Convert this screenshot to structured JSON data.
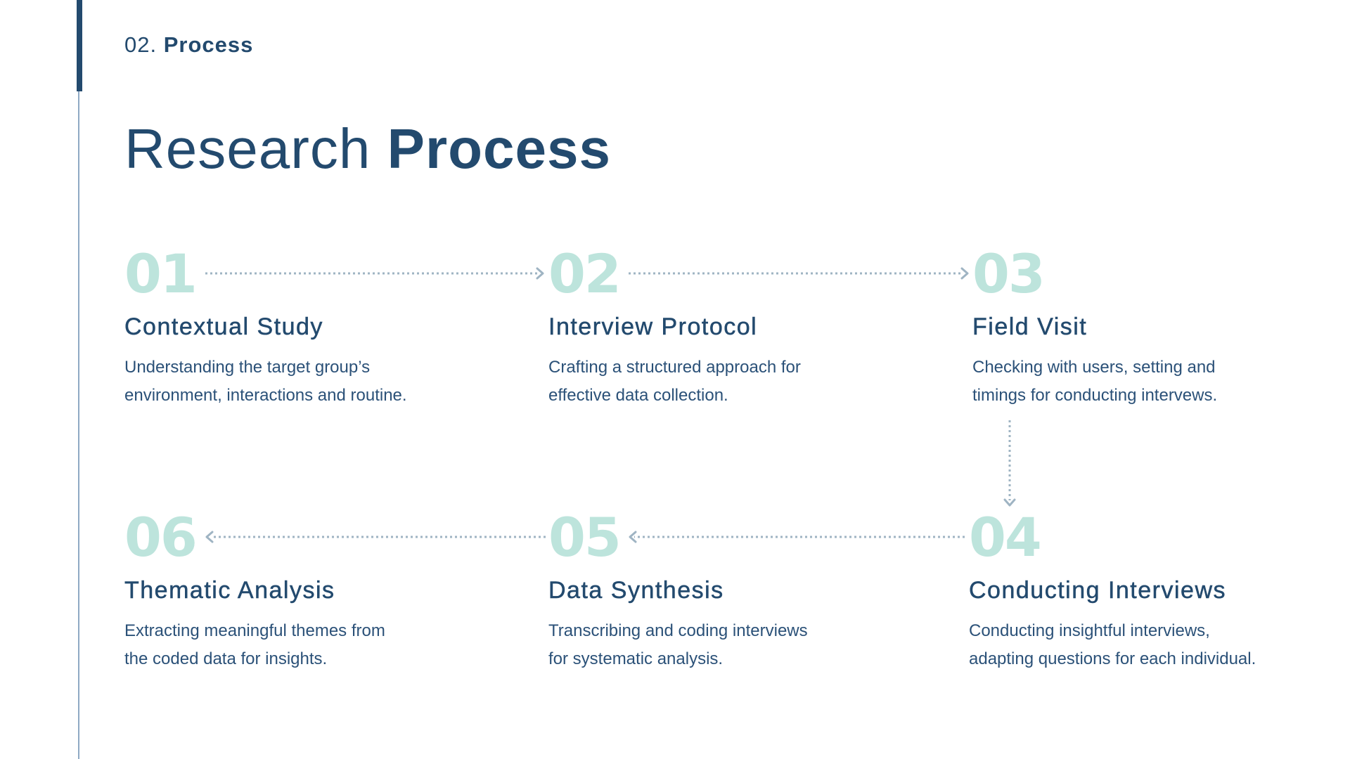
{
  "header": {
    "section_number": "02.",
    "section_name": "Process"
  },
  "title": {
    "light": "Research",
    "bold": "Process"
  },
  "colors": {
    "primary": "#234a6e",
    "number_accent": "#bde4dc",
    "connector": "#9fb4c3",
    "rule": "#8fa9c4"
  },
  "steps": [
    {
      "number": "01",
      "title": "Contextual Study",
      "desc_line1": "Understanding the target group’s",
      "desc_line2": "environment, interactions and routine."
    },
    {
      "number": "02",
      "title": "Interview Protocol",
      "desc_line1": "Crafting a structured approach for",
      "desc_line2": "effective data collection."
    },
    {
      "number": "03",
      "title": "Field Visit",
      "desc_line1": "Checking with users, setting and",
      "desc_line2": "timings for conducting intervews."
    },
    {
      "number": "04",
      "title": "Conducting Interviews",
      "desc_line1": "Conducting insightful interviews,",
      "desc_line2": "adapting questions for each individual."
    },
    {
      "number": "05",
      "title": "Data Synthesis",
      "desc_line1": "Transcribing and coding interviews",
      "desc_line2": "for systematic analysis."
    },
    {
      "number": "06",
      "title": "Thematic Analysis",
      "desc_line1": "Extracting meaningful themes from",
      "desc_line2": "the coded data for insights."
    }
  ]
}
